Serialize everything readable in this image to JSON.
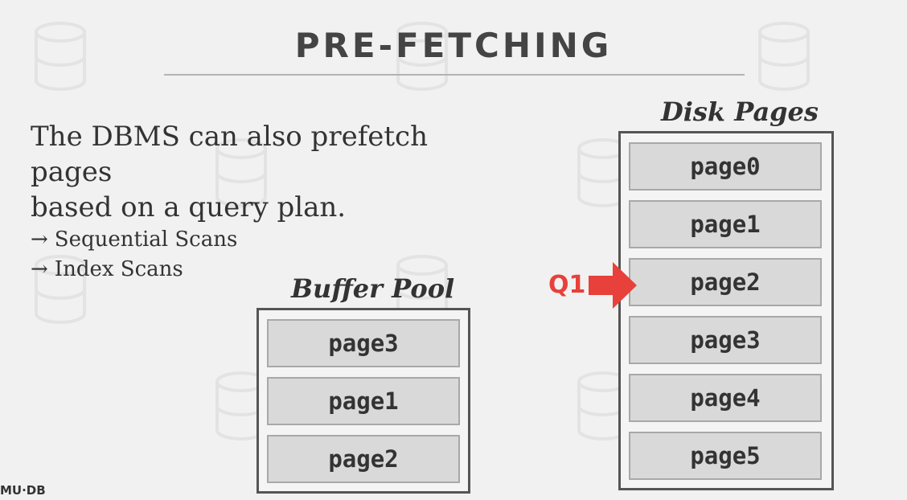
{
  "title": "PRE-FETCHING",
  "lead_line_1": "The DBMS can also prefetch pages",
  "lead_line_2": "based on a query plan.",
  "bullets": [
    {
      "arrow": "→",
      "text": "Sequential Scans"
    },
    {
      "arrow": "→",
      "text": "Index Scans"
    }
  ],
  "buffer_pool": {
    "label": "Buffer Pool",
    "pages": [
      "page3",
      "page1",
      "page2"
    ]
  },
  "disk_pages": {
    "label": "Disk Pages",
    "pages": [
      "page0",
      "page1",
      "page2",
      "page3",
      "page4",
      "page5"
    ]
  },
  "query": {
    "label": "Q1",
    "points_to": "page2",
    "color": "#e8403a"
  },
  "logo": "MU·DB"
}
